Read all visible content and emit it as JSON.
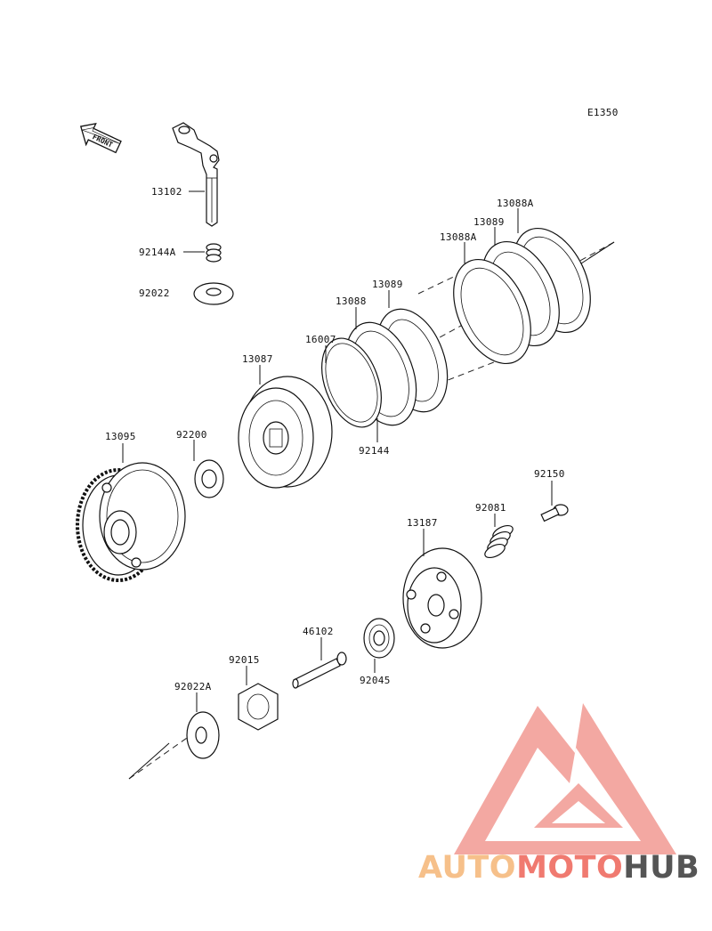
{
  "diagram_code": "E1350",
  "front_marker": "FRONT",
  "labels": {
    "p13102": "13102",
    "p92144A": "92144A",
    "p92022": "92022",
    "p13088A_top": "13088A",
    "p13089_top": "13089",
    "p13088A_mid": "13088A",
    "p13089_mid": "13089",
    "p13088": "13088",
    "p16007": "16007",
    "p13087": "13087",
    "p92144": "92144",
    "p13095": "13095",
    "p92200": "92200",
    "p92150": "92150",
    "p92081": "92081",
    "p13187": "13187",
    "p46102": "46102",
    "p92045": "92045",
    "p92015": "92015",
    "p92022A": "92022A"
  },
  "watermark": {
    "part1": "AUTO",
    "part2": "MOTO",
    "part3": "HUB",
    "color_light": "#f6c08a",
    "color_mid": "#f07a70",
    "color_dark": "#555555",
    "logo_color": "#f29a92"
  }
}
